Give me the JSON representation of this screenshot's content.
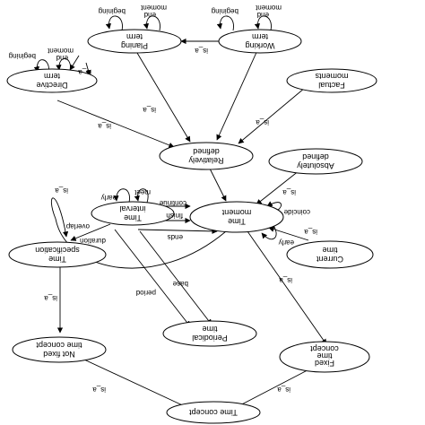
{
  "diagram": {
    "mirrored": true,
    "nodes": {
      "planning_term": [
        "Planing",
        "term"
      ],
      "working_term": [
        "Working",
        "term"
      ],
      "directive_term": [
        "Directive",
        "term"
      ],
      "factual_moments": [
        "Factual",
        "moments"
      ],
      "relatively_defined": [
        "Relatively",
        "defined"
      ],
      "absolutely_defined": [
        "Absolutely",
        "defined"
      ],
      "time_interval": [
        "Time",
        "interval"
      ],
      "time_moment": [
        "Time",
        "moment"
      ],
      "time_specification": [
        "Time",
        "specification"
      ],
      "current_time": [
        "Current",
        "time"
      ],
      "periodical_time": [
        "Periodical",
        "time"
      ],
      "not_fixed_time_concept": [
        "Not fixed",
        "time concept"
      ],
      "fixed_time_concept": [
        "Fixed",
        "time",
        "concept"
      ],
      "time_concept": [
        "Time concept"
      ]
    },
    "edge_labels": {
      "is_a": "is_a",
      "begining": "begining",
      "moment": "moment",
      "end": "end",
      "early": "early",
      "meet": "meet",
      "overlap": "overlap",
      "continue": "continue",
      "finish": "finish",
      "coincide": "coincide",
      "duration": "duration",
      "ends": "ends",
      "period": "period",
      "base": "base"
    }
  }
}
